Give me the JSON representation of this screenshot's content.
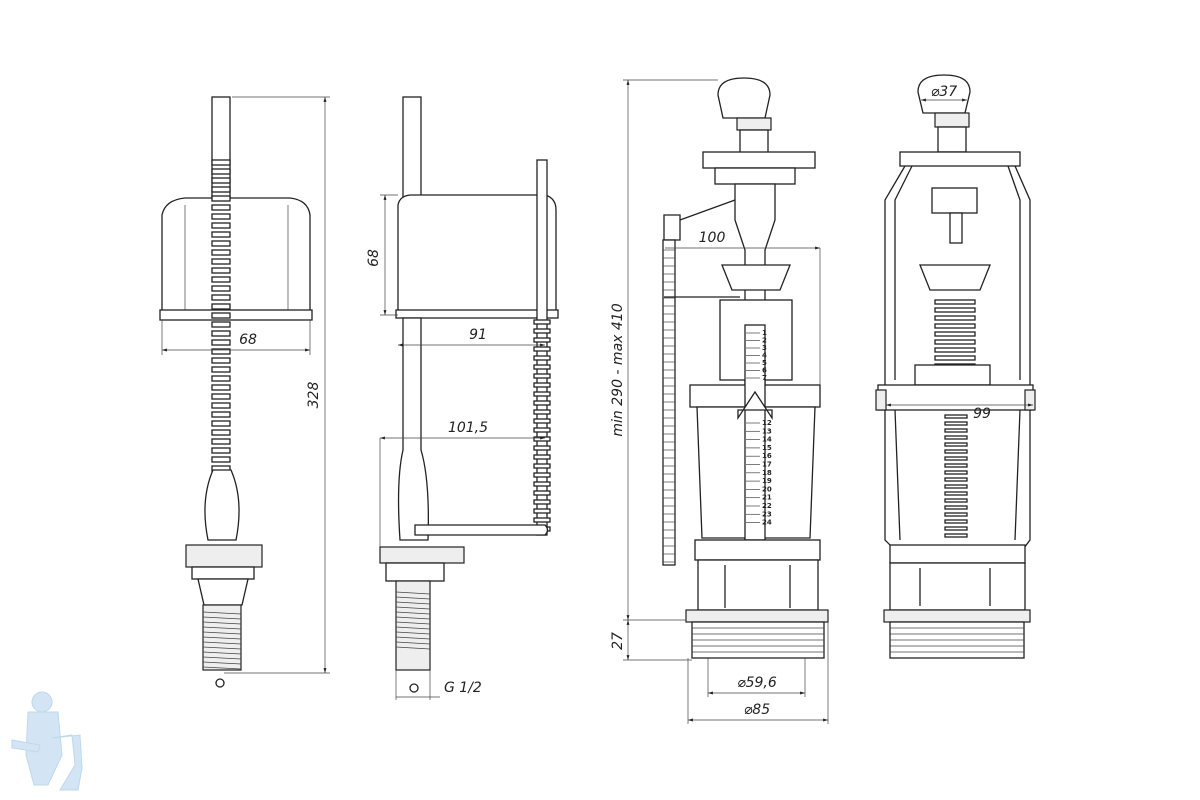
{
  "drawings": [
    {
      "name": "fill-valve-bottom-entry",
      "dims": {
        "float_width": "68",
        "height": "328"
      }
    },
    {
      "name": "fill-valve-side",
      "dims": {
        "float_height": "68",
        "arm_91": "91",
        "arm_101": "101,5",
        "thread": "G 1/2"
      }
    },
    {
      "name": "flush-valve-front",
      "dims": {
        "lever": "100",
        "height_range": "min 290 - max 410",
        "thread_height": "27",
        "inner_dia": "⌀59,6",
        "outer_dia": "⌀85"
      },
      "scale_top": [
        "1",
        "2",
        "3",
        "4",
        "5",
        "6",
        "7"
      ],
      "scale_bottom": [
        "12",
        "13",
        "14",
        "15",
        "16",
        "17",
        "18",
        "19",
        "20",
        "21",
        "22",
        "23",
        "24"
      ]
    },
    {
      "name": "flush-valve-side",
      "dims": {
        "button_dia": "⌀37",
        "width": "99"
      }
    }
  ],
  "colors": {
    "line": "#222222",
    "watermark": "#cfe3f3"
  }
}
